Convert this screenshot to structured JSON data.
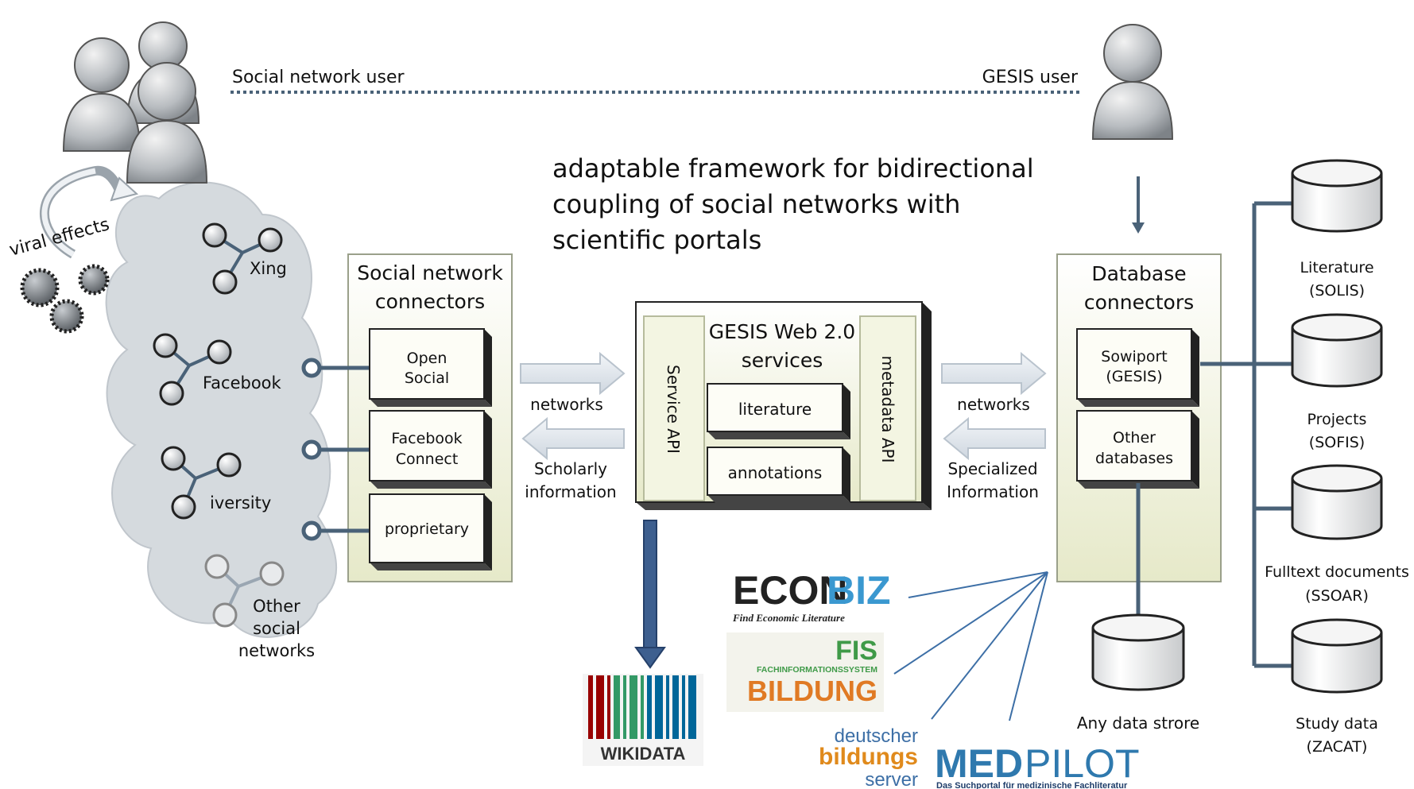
{
  "users": {
    "social_network_user": "Social network user",
    "gesis_user": "GESIS user"
  },
  "viral_effects": "viral effects",
  "headline": [
    "adaptable framework for bidirectional",
    "coupling of social networks with",
    "scientific portals"
  ],
  "networks": {
    "xing": "Xing",
    "facebook": "Facebook",
    "iversity": "iversity",
    "other": [
      "Other",
      "social",
      "networks"
    ]
  },
  "social_connectors": {
    "title": [
      "Social network",
      "connectors"
    ],
    "items": [
      [
        "Open",
        "Social"
      ],
      [
        "Facebook",
        "Connect"
      ],
      [
        "proprietary"
      ]
    ]
  },
  "gesis_services": {
    "title": [
      "GESIS Web 2.0",
      "services"
    ],
    "service_api": "Service API",
    "metadata_api": "metadata API",
    "items": [
      "literature",
      "annotations"
    ]
  },
  "left_arrows": {
    "networks": "networks",
    "scholarly": [
      "Scholarly",
      "information"
    ]
  },
  "right_arrows": {
    "networks": "networks",
    "specialized": [
      "Specialized",
      "Information"
    ]
  },
  "db_connectors": {
    "title": [
      "Database",
      "connectors"
    ],
    "items": [
      [
        "Sowiport",
        "(GESIS)"
      ],
      [
        "Other",
        "databases"
      ]
    ]
  },
  "databases": [
    [
      "Literature",
      "(SOLIS)"
    ],
    [
      "Projects",
      "(SOFIS)"
    ],
    [
      "Fulltext documents",
      "(SSOAR)"
    ],
    [
      "Study data",
      "(ZACAT)"
    ]
  ],
  "any_data_store": "Any data strore",
  "logos": {
    "wikidata": "WIKIDATA",
    "econbiz_a": "ECON",
    "econbiz_b": "BIZ",
    "econbiz_sub": "Find Economic Literature",
    "fis_a": "FIS",
    "fis_mid": "FACHINFORMATIONSSYSTEM",
    "fis_b": "BILDUNG",
    "dbs": [
      "deutscher",
      "bildungs",
      "server"
    ],
    "medpilot_a": "MED",
    "medpilot_b": "PILOT",
    "medpilot_sub": "Das Suchportal für medizinische Fachliteratur"
  },
  "colors": {
    "connector_line": "#4a6278",
    "panel_fill": "#ecefd6",
    "cloud_fill": "#d3d8de",
    "econbiz_blue": "#3a98d0",
    "fis_green": "#3f9a48",
    "fis_orange": "#e07a24",
    "medpilot_blue": "#2f79ae",
    "dbs_orange": "#e08a1c"
  }
}
